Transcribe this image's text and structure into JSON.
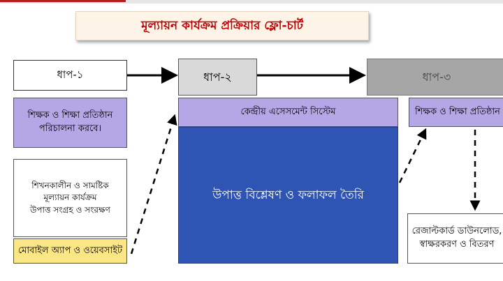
{
  "title": "মূল্যায়ন কার্যক্রম প্রক্রিয়ার ফ্লো-চার্ট",
  "steps": {
    "step1": "ধাপ-১",
    "step2": "ধাপ-২",
    "step3": "ধাপ-৩"
  },
  "column1": {
    "role": "শিক্ষক ও শিক্ষা প্রতিষ্ঠান পরিচালনা করবে।",
    "activity_lines": [
      "শিখনকালীন ও সামষ্টিক",
      "মূল্যায়ন কার্যক্রম",
      "উপাত্ত সংগ্রহ ও সংরক্ষণ"
    ],
    "tool": "মোবাইল অ্যাপ ও ওয়েবসাইট"
  },
  "column2": {
    "system": "কেন্দ্রীয় এসেসমেন্ট সিস্টেম",
    "process": "উপাত্ত বিশ্লেষণ ও ফলাফল তৈরি"
  },
  "column3": {
    "role": "শিক্ষক ও শিক্ষা প্রতিষ্ঠান",
    "output_lines": [
      "রেজাল্টকার্ড ডাউনলোড,",
      "স্বাক্ষরকরণ ও বিতরণ"
    ]
  },
  "colors": {
    "title_text": "#c00000",
    "title_bg": "#fdf3e7",
    "purple": "#b4a7e5",
    "blue": "#2e55b3",
    "yellow": "#fbe686",
    "step2_bg": "#d9d9d9",
    "step3_bg": "#a6a6a6"
  }
}
